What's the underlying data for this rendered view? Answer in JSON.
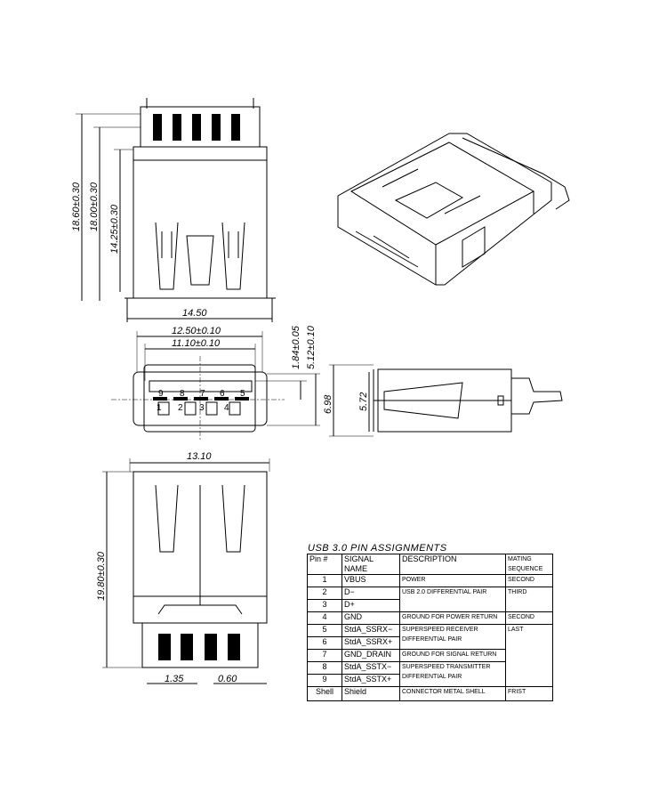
{
  "dimensions": {
    "top_view": {
      "overall_height": "18.60±0.30",
      "body_height": "18.00±0.30",
      "shell_height": "14.25±0.30",
      "width": "14.50"
    },
    "front_view": {
      "outer_width": "12.50±0.10",
      "inner_width": "11.10±0.10",
      "tongue_offset": "1.84±0.05",
      "opening_height": "5.12±0.10",
      "overall_height": "6.98",
      "pin_numbers": [
        "9",
        "8",
        "7",
        "6",
        "5",
        "1",
        "2",
        "3",
        "4"
      ]
    },
    "side_view": {
      "height": "5.72"
    },
    "bottom_view": {
      "width": "13.10",
      "length": "19.80±0.30",
      "pin_pitch": "1.35",
      "pin_width": "0.60"
    }
  },
  "table": {
    "title": "USB 3.0 PIN ASSIGNMENTS",
    "headers": {
      "pin": "Pin #",
      "signal": "SIGNAL NAME",
      "description": "DESCRIPTION",
      "mating": "MATING SEQUENCE"
    },
    "rows": [
      {
        "pin": "1",
        "signal": "VBUS",
        "description": "POWER",
        "mating": "SECOND"
      },
      {
        "pin": "2",
        "signal": "D−",
        "description": "USB 2.0 DIFFERENTIAL PAIR",
        "mating": "THIRD"
      },
      {
        "pin": "3",
        "signal": "D+"
      },
      {
        "pin": "4",
        "signal": "GND",
        "description": "GROUND FOR POWER RETURN",
        "mating": "SECOND"
      },
      {
        "pin": "5",
        "signal": "StdA_SSRX−",
        "description": "SUPERSPEED RECEIVER DIFFERENTIAL PAIR",
        "mating": "LAST"
      },
      {
        "pin": "6",
        "signal": "StdA_SSRX+"
      },
      {
        "pin": "7",
        "signal": "GND_DRAIN",
        "description": "GROUND FOR SIGNAL RETURN"
      },
      {
        "pin": "8",
        "signal": "StdA_SSTX−",
        "description": "SUPERSPEED TRANSMITTER DIFFERENTIAL PAIR"
      },
      {
        "pin": "9",
        "signal": "StdA_SSTX+"
      },
      {
        "pin": "Shell",
        "signal": "Shield",
        "description": "CONNECTOR METAL SHELL",
        "mating": "FRIST"
      }
    ]
  }
}
